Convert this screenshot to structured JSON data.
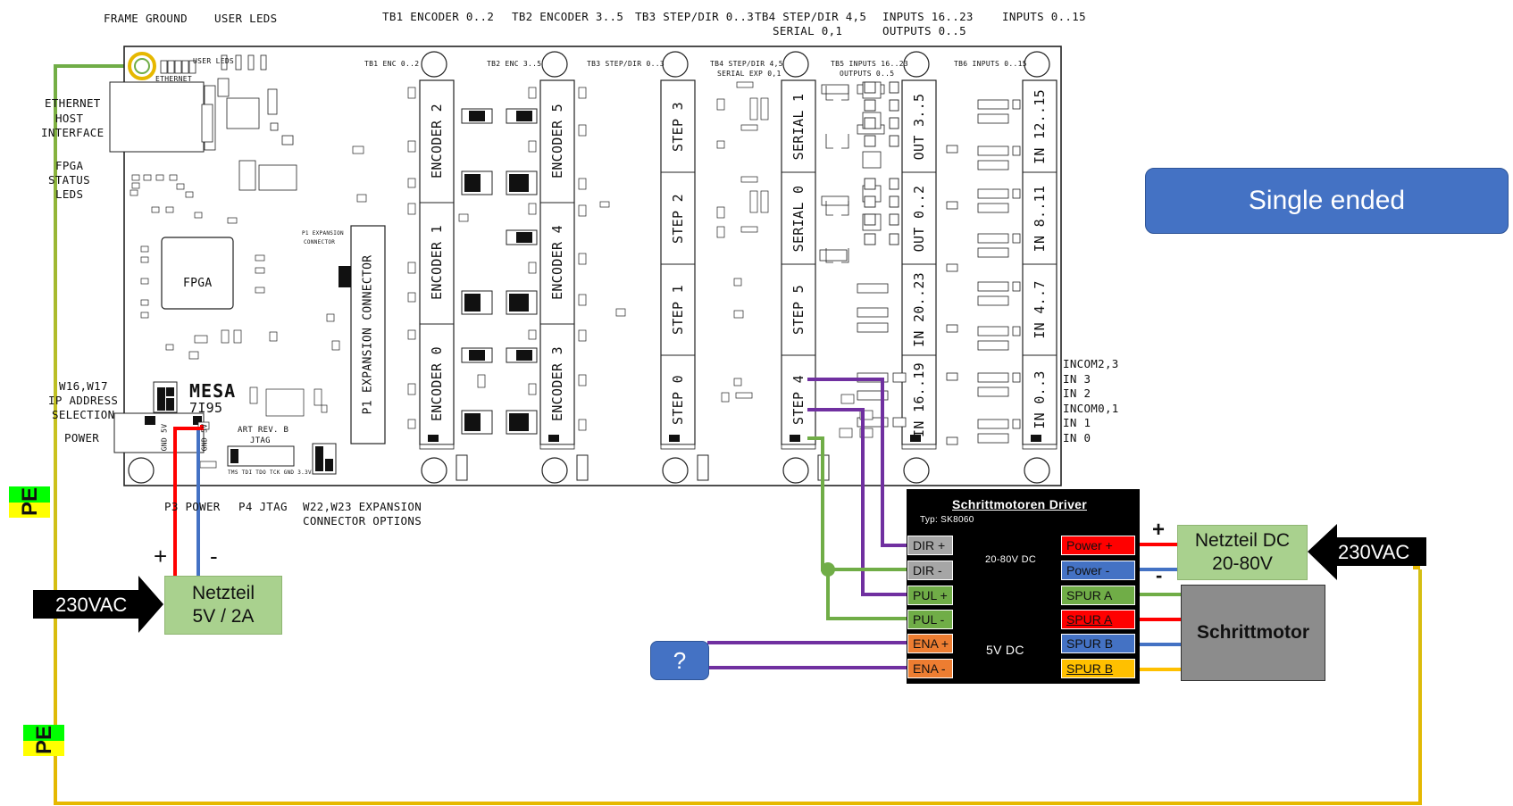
{
  "top_labels": {
    "frame_ground": "FRAME GROUND",
    "user_leds": "USER LEDS",
    "tb1": "TB1 ENCODER 0..2",
    "tb2": "TB2 ENCODER 3..5",
    "tb3": "TB3 STEP/DIR 0..3",
    "tb4a": "TB4 STEP/DIR 4,5",
    "tb4b": "SERIAL 0,1",
    "inputs1623a": "INPUTS 16..23",
    "inputs1623b": "OUTPUTS 0..5",
    "inputs015": "INPUTS 0..15"
  },
  "left_labels": {
    "ethernet": "ETHERNET",
    "host": "HOST",
    "interface": "INTERFACE",
    "fpga": "FPGA",
    "status": "STATUS",
    "leds": "LEDS",
    "w16": "W16,W17",
    "ip": "IP ADDRESS",
    "selection": "SELECTION",
    "power": "POWER"
  },
  "bottom_labels": {
    "p3": "P3 POWER",
    "p4": "P4 JTAG",
    "w22a": "W22,W23 EXPANSION",
    "w22b": "CONNECTOR OPTIONS"
  },
  "board": {
    "tb1_small": "TB1 ENC 0..2",
    "tb2_small": "TB2 ENC 3..5",
    "tb3_small": "TB3 STEP/DIR 0..3",
    "tb4_small_a": "TB4 STEP/DIR 4,5",
    "tb4_small_b": "SERIAL EXP 0,1",
    "tb5_small_a": "TB5 INPUTS 16..23",
    "tb5_small_b": "OUTPUTS 0..5",
    "tb6_small": "TB6 INPUTS 0..15",
    "user_leds_small": "USER LEDS",
    "ethernet_small": "ETHERNET",
    "fpga_chip": "FPGA",
    "mesa_logo": "MESA",
    "model": "7I95",
    "art_rev": "ART REV. B",
    "jtag": "JTAG",
    "jtag_pins": "TMS TDI TDO TCK GND 3.3V",
    "p1_exp": "P1 EXPANSION CONNECTOR",
    "p1_small_a": "P1 EXPANSION",
    "p1_small_b": "CONNECTOR",
    "gnd5v_a": "GND 5V",
    "gnd5v_b": "GND 5V",
    "encoders": [
      "ENCODER 2",
      "ENCODER 1",
      "ENCODER 0"
    ],
    "encoders2": [
      "ENCODER 5",
      "ENCODER 4",
      "ENCODER 3"
    ],
    "steps": [
      "STEP 3",
      "STEP 2",
      "STEP 1",
      "STEP 0"
    ],
    "tb4_sections": [
      "SERIAL 1",
      "SERIAL 0",
      "STEP 5",
      "STEP 4"
    ],
    "tb5_sections": [
      "OUT 3..5",
      "OUT 0..2",
      "IN 20..23",
      "IN 16..19"
    ],
    "tb6_sections": [
      "IN 12..15",
      "IN 8..11",
      "IN 4..7",
      "IN 0..3"
    ]
  },
  "right_labels": [
    "INCOM2,3",
    "IN 3",
    "IN 2",
    "INCOM0,1",
    "IN 1",
    "IN 0"
  ],
  "single_ended": "Single ended",
  "netzteil_5v": {
    "line1": "Netzteil",
    "line2": "5V / 2A",
    "plus": "+",
    "minus": "-"
  },
  "ac_left": "230VAC",
  "ac_right": "230VAC",
  "pe_label": "PE",
  "driver": {
    "title": "Schrittmotoren Driver",
    "type": "Typ: SK8060",
    "left_pins": [
      "DIR +",
      "DIR -",
      "PUL +",
      "PUL -",
      "ENA +",
      "ENA -"
    ],
    "right_pins": [
      "Power +",
      "Power -",
      "SPUR A",
      "SPUR A",
      "SPUR B",
      "SPUR B"
    ],
    "voltage_top": "20-80V DC",
    "voltage_bottom": "5V DC"
  },
  "netzteil_dc": {
    "line1": "Netzteil DC",
    "line2": "20-80V",
    "plus": "+",
    "minus": "-"
  },
  "motor": "Schrittmotor",
  "question": "?",
  "colors": {
    "red": "#ff0000",
    "blue": "#4472c4",
    "green": "#70ad47",
    "purple": "#7030a0",
    "yellow": "#ffc000",
    "orange": "#ed7d31",
    "gray": "#a6a6a6",
    "box_green": "#a9d18e",
    "single_blue": "#4472c4"
  }
}
